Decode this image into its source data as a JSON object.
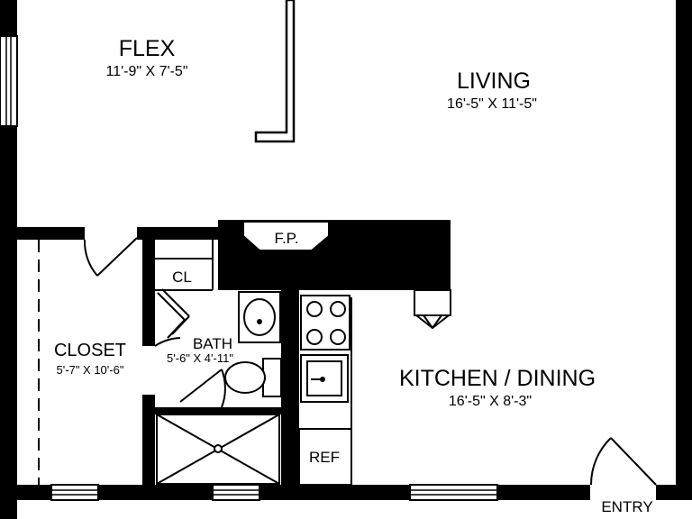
{
  "rooms": {
    "flex": {
      "name": "FLEX",
      "dims": "11'-9\" X 7'-5\""
    },
    "living": {
      "name": "LIVING",
      "dims": "16'-5\" X 11'-5\""
    },
    "closet": {
      "name": "CLOSET",
      "dims": "5'-7\" X 10'-6\""
    },
    "bath": {
      "name": "BATH",
      "dims": "5'-6\" X 4'-11\""
    },
    "kitchen": {
      "name": "KITCHEN / DINING",
      "dims": "16'-5\" X 8'-3\""
    }
  },
  "fixtures": {
    "cl": "CL",
    "fp": "F.P.",
    "ref": "REF"
  },
  "entry": "ENTRY",
  "colors": {
    "wall": "#000000",
    "background": "#ffffff"
  }
}
